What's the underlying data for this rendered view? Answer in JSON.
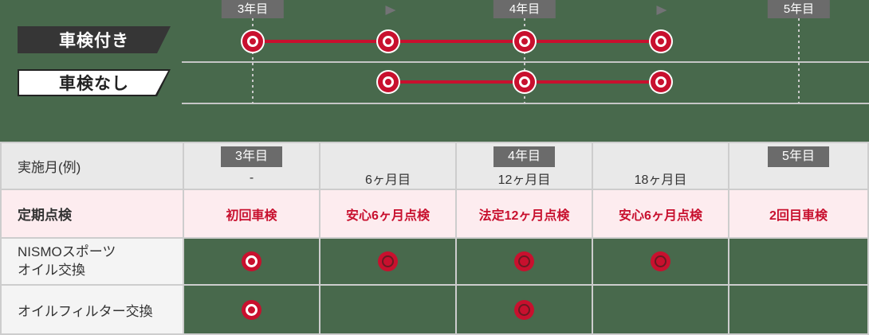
{
  "colors": {
    "background_green": "#48694c",
    "accent_red": "#c8102e",
    "badge_gray": "#6b6b6b",
    "ribbon_dark": "#363636",
    "row_gray": "#e9e9e9",
    "row_pink": "#fdecef",
    "grid_border": "#cdcdcd"
  },
  "timeline": {
    "ribbons": [
      {
        "label": "車検付き",
        "style": "dark"
      },
      {
        "label": "車検なし",
        "style": "light"
      }
    ],
    "year_badges": [
      "3年目",
      "4年目",
      "5年目"
    ],
    "with_inspection_dots": 4,
    "without_inspection_dots": 3
  },
  "table": {
    "header": {
      "row_label": "実施月(例)",
      "cells": [
        {
          "badge": "3年目",
          "month": "-"
        },
        {
          "badge": "",
          "month": "6ヶ月目"
        },
        {
          "badge": "4年目",
          "month": "12ヶ月目"
        },
        {
          "badge": "",
          "month": "18ヶ月目"
        },
        {
          "badge": "5年目",
          "month": ""
        }
      ]
    },
    "inspection": {
      "row_label": "定期点検",
      "cells": [
        "初回車検",
        "安心6ヶ月点検",
        "法定12ヶ月点検",
        "安心6ヶ月点検",
        "2回目車検"
      ]
    },
    "nismo_oil": {
      "row_label_line1": "NISMOスポーツ",
      "row_label_line2": "オイル交換",
      "markers": [
        "double-circle-white",
        "double-circle-dark",
        "double-circle-dark",
        "double-circle-dark",
        ""
      ]
    },
    "oil_filter": {
      "row_label": "オイルフィルター交換",
      "markers": [
        "double-circle-white",
        "",
        "double-circle-dark",
        "",
        ""
      ]
    }
  }
}
